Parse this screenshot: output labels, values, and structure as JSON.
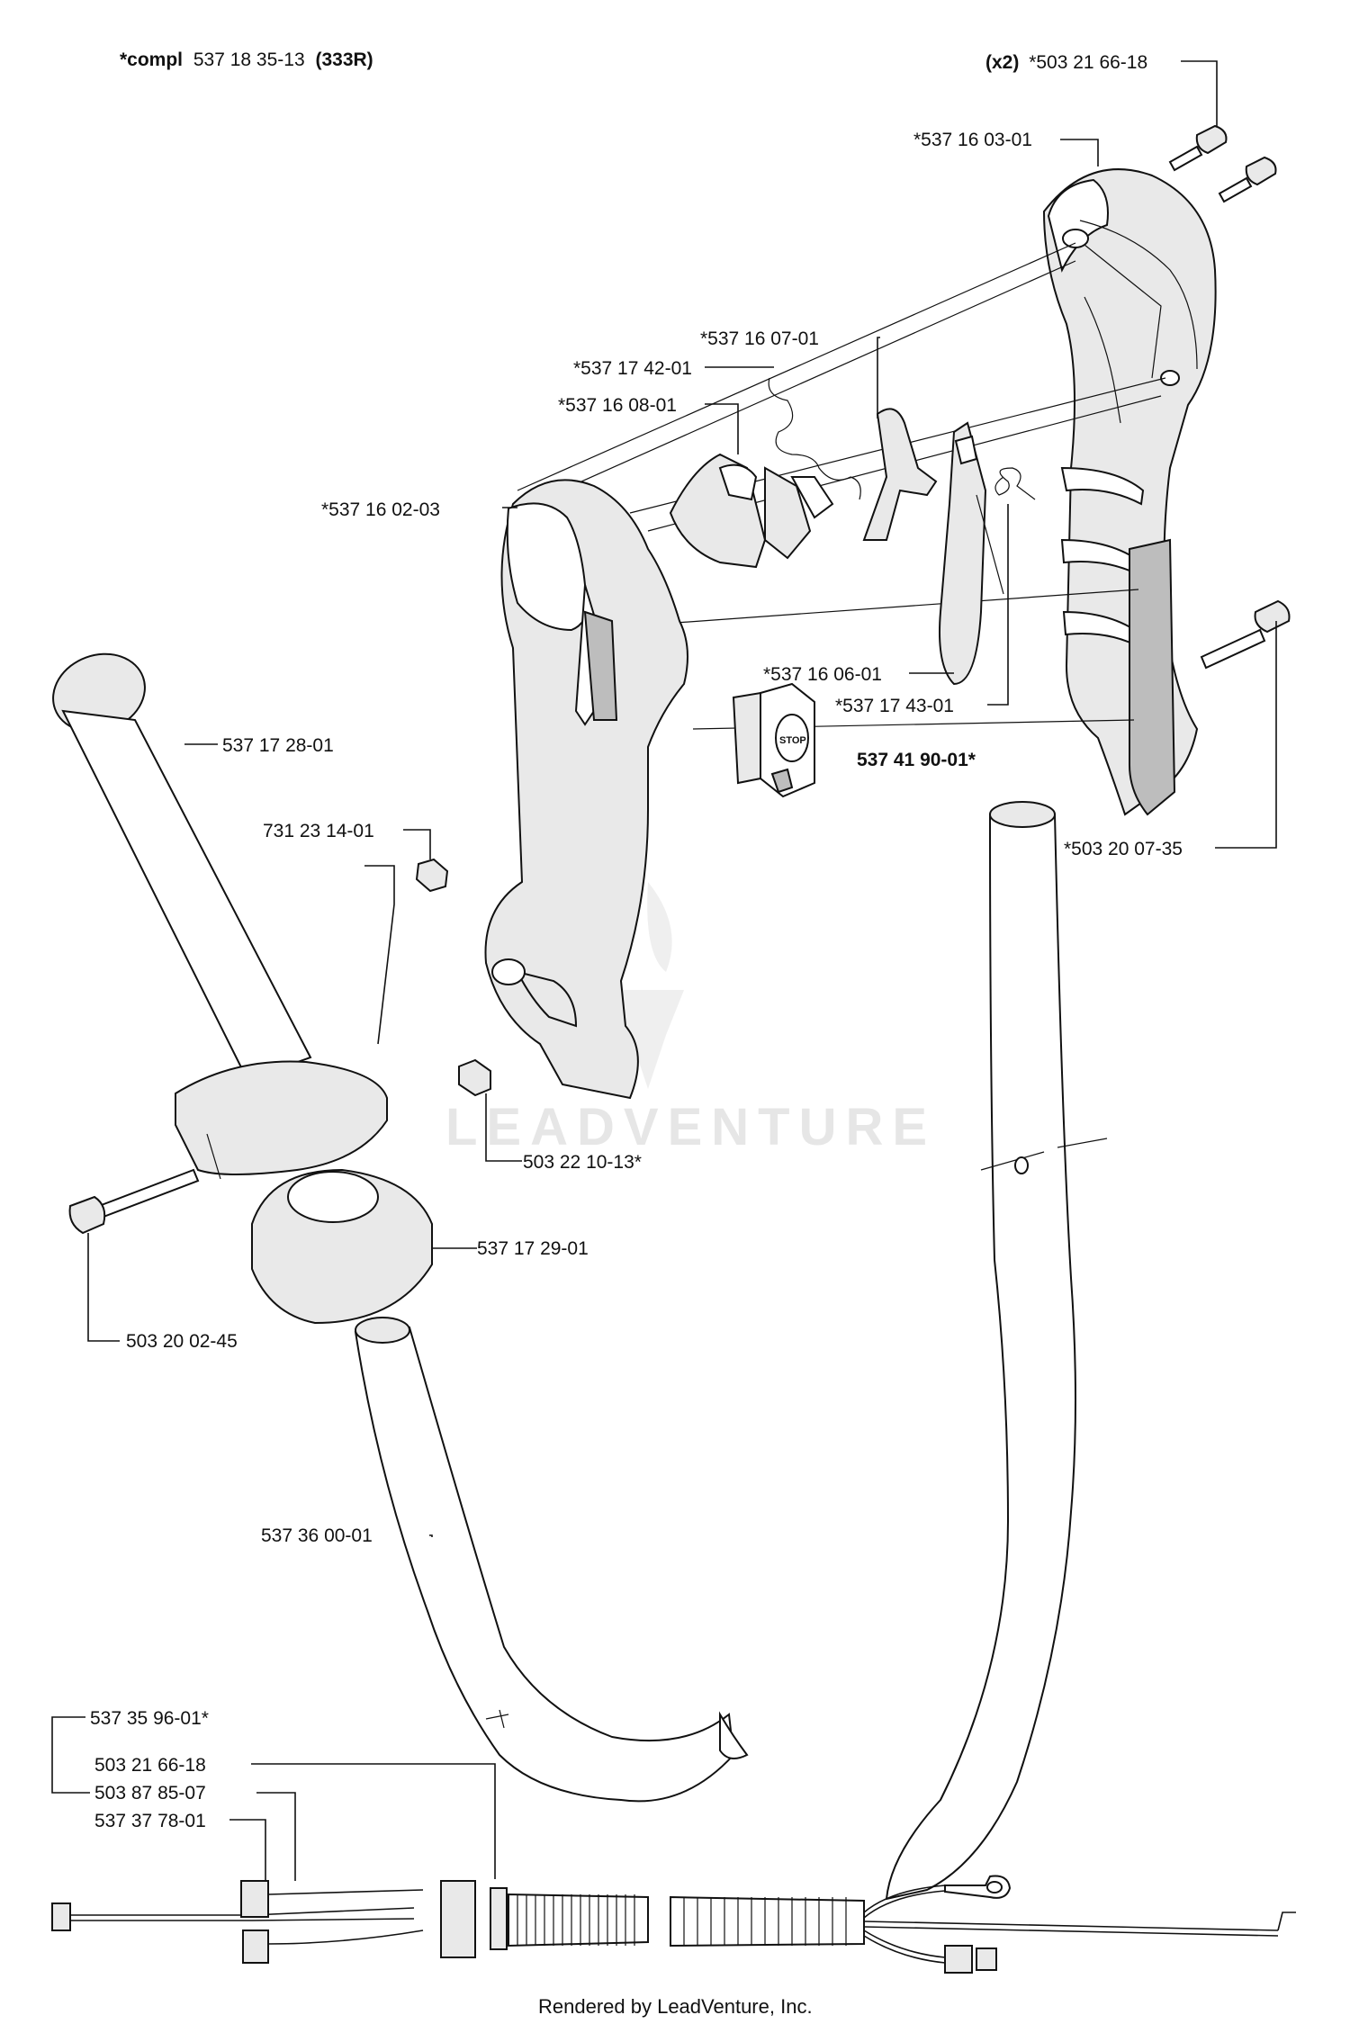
{
  "diagram": {
    "header": {
      "prefix": "*compl",
      "number": "537 18 35-13",
      "model": "(333R)"
    },
    "labels": {
      "p1": {
        "qty": "(x2)",
        "text": "*503 21 66-18"
      },
      "p2": "*537 16 03-01",
      "p3": "*537 16 07-01",
      "p4": "*537 17 42-01",
      "p5": "*537 16 08-01",
      "p6": "*537 16 02-03",
      "p7": "*537 16 06-01",
      "p8": "*537 17 43-01",
      "p9": "537 41 90-01*",
      "p10": "537 17 28-01",
      "p11": "731 23 14-01",
      "p12": "*503 20 07-35",
      "p13": "503 22 10-13*",
      "p14": "537 17 29-01",
      "p15": "503 20 02-45",
      "p16": "537 36 00-01",
      "p17": "537 35 96-01*",
      "p18": "503 21 66-18",
      "p19": "503 87 85-07",
      "p20": "537 37 78-01"
    },
    "switch_text": "STOP",
    "watermark": "LEADVENTURE",
    "footer": "Rendered by LeadVenture, Inc."
  }
}
